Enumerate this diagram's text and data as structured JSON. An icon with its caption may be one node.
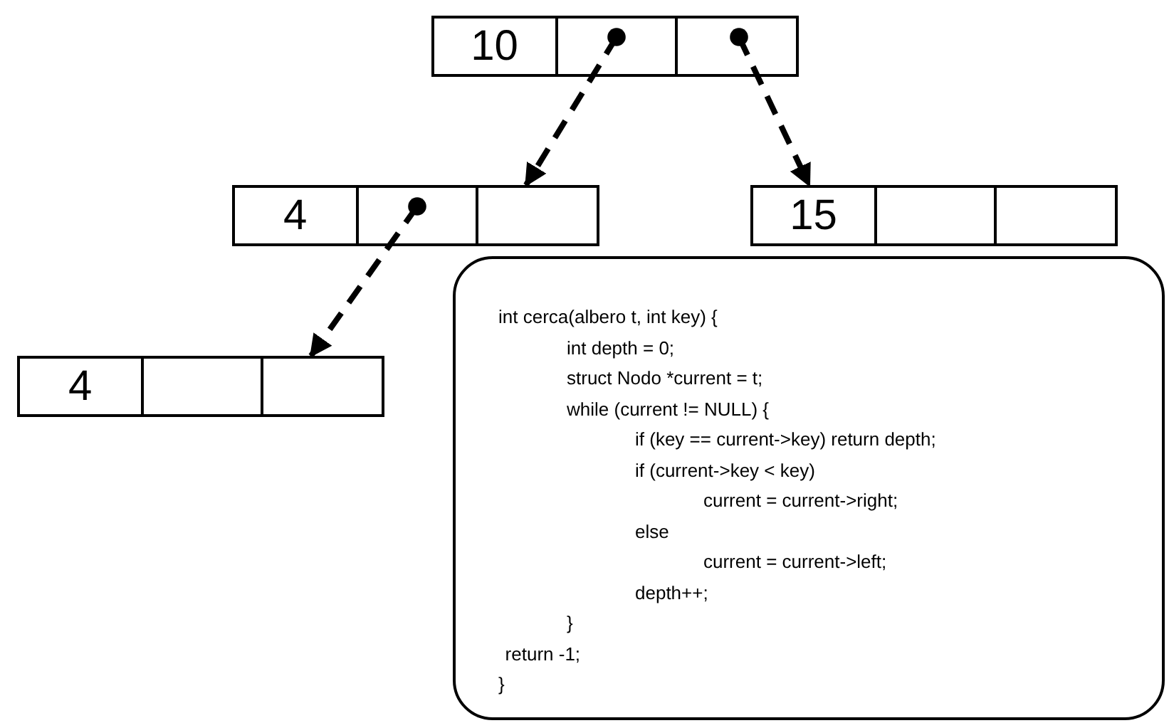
{
  "diagram": {
    "nodes": [
      {
        "text": [
          "10"
        ]
      },
      {
        "text": [],
        "shape": "box",
        "in": 0
      },
      {
        "text": [],
        "shape": "box",
        "in": 0
      },
      {
        "text": [
          "4"
        ]
      },
      {
        "text": [],
        "shape": "box",
        "in": 3
      },
      {
        "text": [],
        "shape": "box",
        "in": 3
      },
      {
        "text": [
          "15"
        ]
      },
      {
        "text": [],
        "shape": "box",
        "in": 6
      },
      {
        "text": [],
        "shape": "box",
        "in": 6
      },
      {
        "text": [
          "4"
        ]
      },
      {
        "text": [],
        "shape": "box",
        "in": 9
      },
      {
        "text": [],
        "shape": "box",
        "in": 9
      },
      {
        "text": [
          "int cerca(albero t, int key) {",
          "int depth = 0;",
          "struct Nodo *current = t;",
          "while (current != NULL) {",
          "if (key == current->key) return depth;",
          "if (current->key < key)",
          "current = current->right;",
          "else",
          "current = current->left;",
          "depth++;",
          "}",
          "return -1;",
          "}"
        ]
      }
    ],
    "edges": [
      {
        "from": 1,
        "to": 3,
        "arrow": "to",
        "style": "dashed"
      },
      {
        "from": 2,
        "to": 6,
        "arrow": "to",
        "style": "dashed"
      },
      {
        "from": 4,
        "to": 9,
        "arrow": "to",
        "style": "dashed"
      }
    ]
  }
}
